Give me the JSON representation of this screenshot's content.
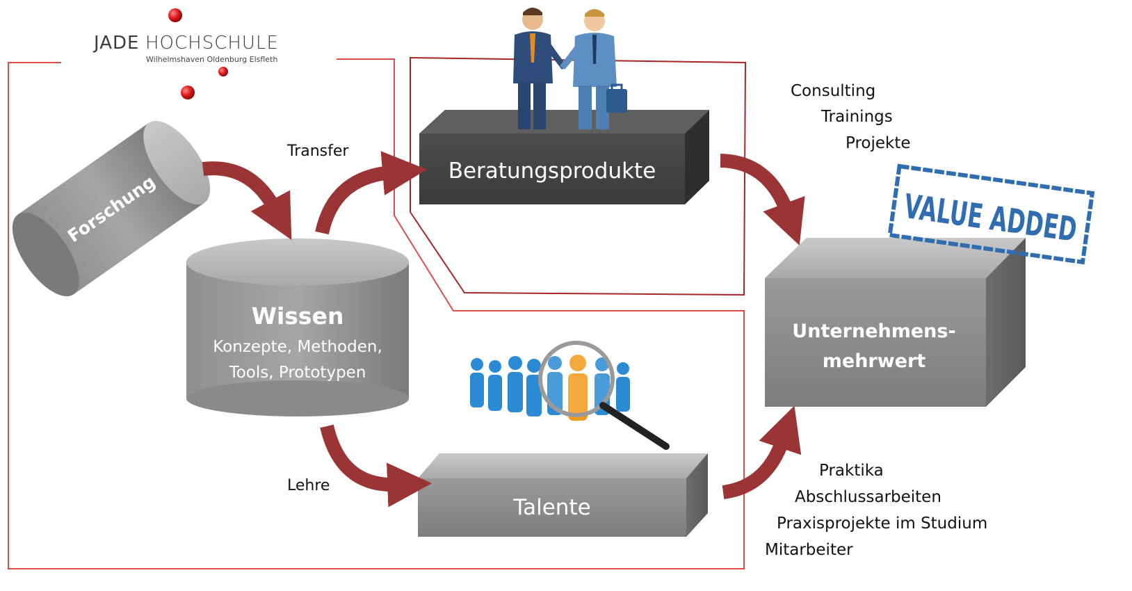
{
  "logo": {
    "brand_left": "JADE",
    "brand_right": "HOCHSCHULE",
    "subtitle": "Wilhelmshaven Oldenburg Elsfleth"
  },
  "research": {
    "label": "Forschung"
  },
  "knowledge": {
    "title": "Wissen",
    "line1": "Konzepte, Methoden,",
    "line2": "Tools, Prototypen"
  },
  "flows": {
    "transfer": "Transfer",
    "teaching": "Lehre"
  },
  "consulting_products": {
    "label": "Beratungsprodukte"
  },
  "talents": {
    "label": "Talente"
  },
  "company_value": {
    "line1": "Unternehmens-",
    "line2": "mehrwert"
  },
  "stamp": {
    "text": "VALUE ADDED"
  },
  "offers_top": [
    "Consulting",
    "Trainings",
    "Projekte"
  ],
  "offers_bottom": [
    "Praktika",
    "Abschlussarbeiten",
    "Praxisprojekte im Studium",
    "Mitarbeiter"
  ],
  "colors": {
    "arrow": "#9b3535",
    "border": "#e04a4a",
    "box_dark": "#4a4a4a",
    "box_grey": "#8c8c8c",
    "stamp_blue": "#2f6db0",
    "logo_red": "#d42020"
  }
}
